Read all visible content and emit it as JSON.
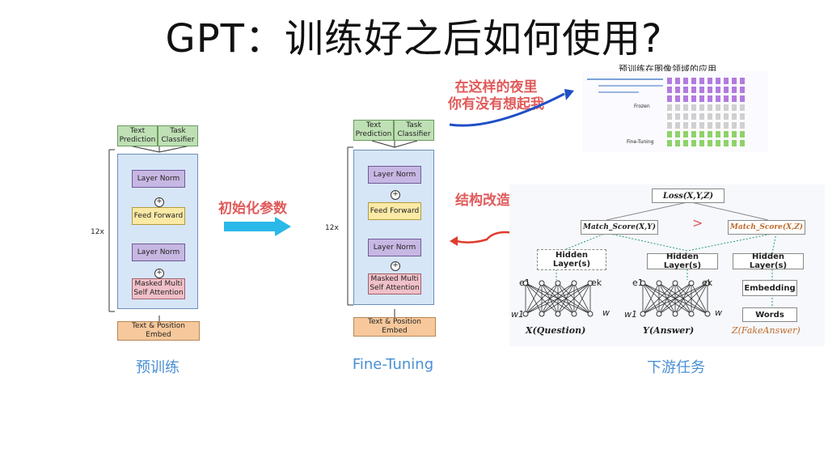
{
  "title": "GPT：训练好之后如何使用?",
  "pretrain": {
    "head_left": "Text\nPrediction",
    "head_right": "Task\nClassifier",
    "layer_norm_top": "Layer Norm",
    "feed_forward": "Feed Forward",
    "layer_norm_bottom": "Layer Norm",
    "masked_attention": "Masked Multi\nSelf Attention",
    "repeat": "12x",
    "embed": "Text & Position Embed",
    "caption": "预训练"
  },
  "finetune": {
    "head_left": "Text\nPrediction",
    "head_right": "Task\nClassifier",
    "layer_norm_top": "Layer Norm",
    "feed_forward": "Feed Forward",
    "layer_norm_bottom": "Layer Norm",
    "masked_attention": "Masked Multi\nSelf Attention",
    "repeat": "12x",
    "embed": "Text & Position Embed",
    "caption": "Fine-Tuning"
  },
  "arrow_label": "初始化参数",
  "top_note": "在这样的夜里\n你有没有想起我",
  "struct_note": "结构改造",
  "image_panel": {
    "title": "预训练在图像领域的应用",
    "frozen": "Frozen",
    "fine_tuning": "Fine-Tuning"
  },
  "downstream": {
    "loss": "Loss(X,Y,Z)",
    "match_xy": "Match_Score(X,Y)",
    "gt": ">",
    "match_xz": "Match_Score(X,Z)",
    "hidden1": "Hidden\nLayer(s)",
    "hidden2": "Hidden Layer(s)",
    "hidden3": "Hidden Layer(s)",
    "embedding": "Embedding",
    "words": "Words",
    "e1a": "e1",
    "eka": "ek",
    "e1b": "e1",
    "ekb": "ek",
    "w1a": "w1",
    "wa": "w",
    "w1b": "w1",
    "wb": "w",
    "x_label": "X(Question)",
    "y_label": "Y(Answer)",
    "z_label": "Z(FakeAnswer)",
    "caption": "下游任务"
  },
  "colors": {
    "caption_blue": "#4a8fd4",
    "note_red": "#e05a5a",
    "arrow_cyan": "#2ab8e8"
  }
}
